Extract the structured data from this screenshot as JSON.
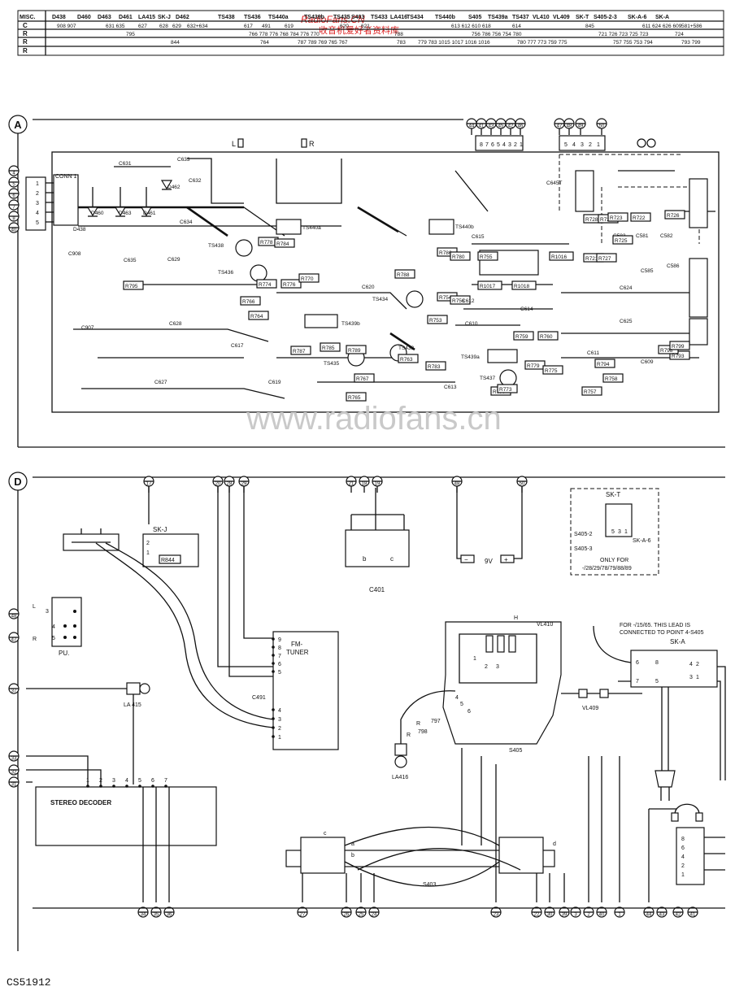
{
  "watermark_top": {
    "line1": "RadioFans.CN",
    "line2": "收音机爱好者资料库"
  },
  "watermark_center": "www.radiofans.cn",
  "doc_code": "CS51912",
  "parts_table": {
    "header": [
      "MISC.",
      "D438",
      "D460",
      "D463",
      "D461",
      "LA415",
      "SK-J",
      "D462",
      "TS438",
      "TS436",
      "TS440a",
      "TS439b",
      "TS435",
      "S403",
      "TS433",
      "LA416",
      "TS434",
      "TS440b",
      "S405",
      "TS439a",
      "TS437",
      "VL410",
      "VL409",
      "SK-T",
      "S405-2-3",
      "SK-A-6",
      "SK-A"
    ],
    "rows": [
      {
        "label": "C",
        "cells": [
          "908 907",
          "631 635",
          "627",
          "628",
          "629",
          "632+634",
          "617",
          "491",
          "619",
          "620",
          "621",
          "613 612 610 618",
          "614",
          "845",
          "611 624 626 609",
          "581+586"
        ]
      },
      {
        "label": "R",
        "cells": [
          "795",
          "766 778 776 768 784 776 770",
          "788",
          "756 786 756 754 780",
          "721 726 723 725 723",
          "724"
        ]
      },
      {
        "label": "R",
        "cells": [
          "844",
          "764",
          "787 789 769 765 767",
          "783",
          "779 783 1015 1017 1016 1016",
          "780 777 773 759 775",
          "757 755 753 794",
          "793 799"
        ]
      },
      {
        "label": "R",
        "cells": []
      }
    ]
  },
  "section_a": {
    "marker": "A",
    "connector_pins": [
      "1",
      "2",
      "3",
      "4",
      "5"
    ],
    "connector_label": "CONN 1",
    "left_terminals": [
      "4",
      "5",
      "6",
      "7",
      "8",
      "40"
    ],
    "top_terminals": [
      "44",
      "41",
      "43",
      "45",
      "42",
      "46",
      "47",
      "48",
      "49",
      "50"
    ],
    "top_labels": {
      "left_ch": "L",
      "right_ch": "R"
    },
    "header_pins_a": [
      "8",
      "7",
      "6",
      "5",
      "4",
      "3",
      "2",
      "1"
    ],
    "header_pins_b": [
      "5",
      "4",
      "3",
      "2",
      "1"
    ],
    "components": [
      "C631",
      "C633",
      "C632",
      "D462",
      "D438",
      "D460",
      "D463",
      "D461",
      "C634",
      "C908",
      "C635",
      "C629",
      "TS438",
      "TS436",
      "R778",
      "R784",
      "R774",
      "R766",
      "R776",
      "R770",
      "R764",
      "R795",
      "C620",
      "TS434",
      "R788",
      "TS440a",
      "TS440b",
      "C615",
      "R786",
      "R780",
      "R1017",
      "R1018",
      "R1016",
      "R754",
      "R756",
      "R755",
      "C612",
      "C614",
      "C610",
      "R753",
      "C907",
      "C628",
      "TS439b",
      "C617",
      "R787",
      "R785",
      "R789",
      "TS435",
      "TS433",
      "R767",
      "R783",
      "R763",
      "C627",
      "C619",
      "R765",
      "TS439a",
      "C613",
      "TS437",
      "R779",
      "R777",
      "R775",
      "R773",
      "C645T",
      "R728",
      "R729",
      "R723",
      "R722",
      "R726",
      "C583",
      "C581",
      "C582",
      "R725",
      "R721",
      "R727",
      "C585",
      "C586",
      "C624",
      "C625",
      "R759",
      "R760",
      "C611",
      "R794",
      "R793",
      "C609",
      "R757",
      "R758",
      "R798",
      "R799"
    ]
  },
  "section_d": {
    "marker": "D",
    "top_terminals": [
      "17",
      "20",
      "28",
      "29",
      "21",
      "18",
      "19",
      "48",
      "50"
    ],
    "left_terminals": [
      "48",
      "47",
      "37",
      "33",
      "32",
      "31"
    ],
    "skj": {
      "label": "SK-J",
      "resistor": "R844",
      "pins": [
        "2",
        "1"
      ]
    },
    "pu": {
      "label": "PU.",
      "rows": [
        {
          "term": "L",
          "pin": "4"
        },
        {
          "term": "R",
          "pin": "5"
        }
      ],
      "top_pin": "3"
    },
    "fm_tuner": {
      "label": "FM-\nTUNER",
      "pins_upper": [
        "9",
        "8",
        "7",
        "6",
        "5"
      ],
      "pins_lower": [
        "4",
        "3",
        "2",
        "1"
      ],
      "cap": "C491"
    },
    "c401": {
      "label": "C401",
      "inner": [
        "b",
        "c"
      ]
    },
    "battery": {
      "label": "9V",
      "minus": "−",
      "plus": "+"
    },
    "skt_box": {
      "title": "SK-T",
      "pins": [
        "5",
        "3",
        "1"
      ],
      "labels": [
        "S405-2",
        "S405-3",
        "SK-A-6"
      ],
      "note_line1": "ONLY FOR",
      "note_line2": "-/28/29/78/79/88/89"
    },
    "vl410": "VL410",
    "vl409": "VL409",
    "s405": "S405",
    "la415": "LA 415",
    "la416": "LA416",
    "transformer_letters": [
      "H",
      "1",
      "2",
      "3",
      "4",
      "5",
      "6",
      "R",
      "797",
      "R",
      "798"
    ],
    "note_line1": "FOR -/15/65. THIS LEAD IS",
    "note_line2": "CONNECTED TO POINT 4-S405",
    "ska": {
      "label": "SK-A",
      "pins_left": [
        "6",
        "7"
      ],
      "pins_mid": [
        "8",
        "5"
      ],
      "pins_right": [
        "4",
        "2",
        "3",
        "1"
      ]
    },
    "stereo_decoder": {
      "label": "STEREO DECODER",
      "pins": [
        "1",
        "2",
        "3",
        "4",
        "5",
        "6",
        "7"
      ]
    },
    "s403": {
      "label": "S403",
      "letters": [
        "a",
        "b",
        "c",
        "d"
      ]
    },
    "bottom_terminals": [
      "34",
      "35",
      "36",
      "27",
      "26",
      "25",
      "24",
      "23",
      "22",
      "30",
      "39",
      "3",
      "2",
      "40",
      "1",
      "44",
      "43",
      "42",
      "41"
    ],
    "phones_pins": [
      "8",
      "6",
      "4",
      "2",
      "1"
    ]
  }
}
